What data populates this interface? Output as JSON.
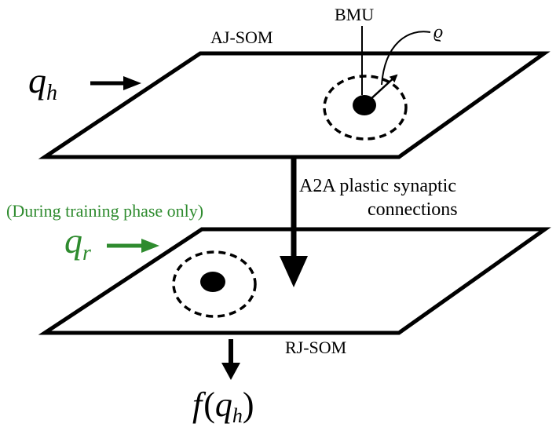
{
  "top_layer": {
    "label": "AJ-SOM",
    "bmu_label": "BMU",
    "radius_symbol": "ϱ"
  },
  "bottom_layer": {
    "label": "RJ-SOM"
  },
  "inputs": {
    "qh": {
      "base": "q",
      "sub": "h"
    },
    "qr": {
      "base": "q",
      "sub": "r",
      "color": "#2e8b2e"
    }
  },
  "connection": {
    "line1": "A2A plastic synaptic",
    "line2": "connections"
  },
  "training_note": {
    "text": "(During training phase only)",
    "color": "#2e8b2e"
  },
  "output": {
    "fn": "f",
    "open": "(",
    "base": "q",
    "sub": "h",
    "close": ")"
  }
}
